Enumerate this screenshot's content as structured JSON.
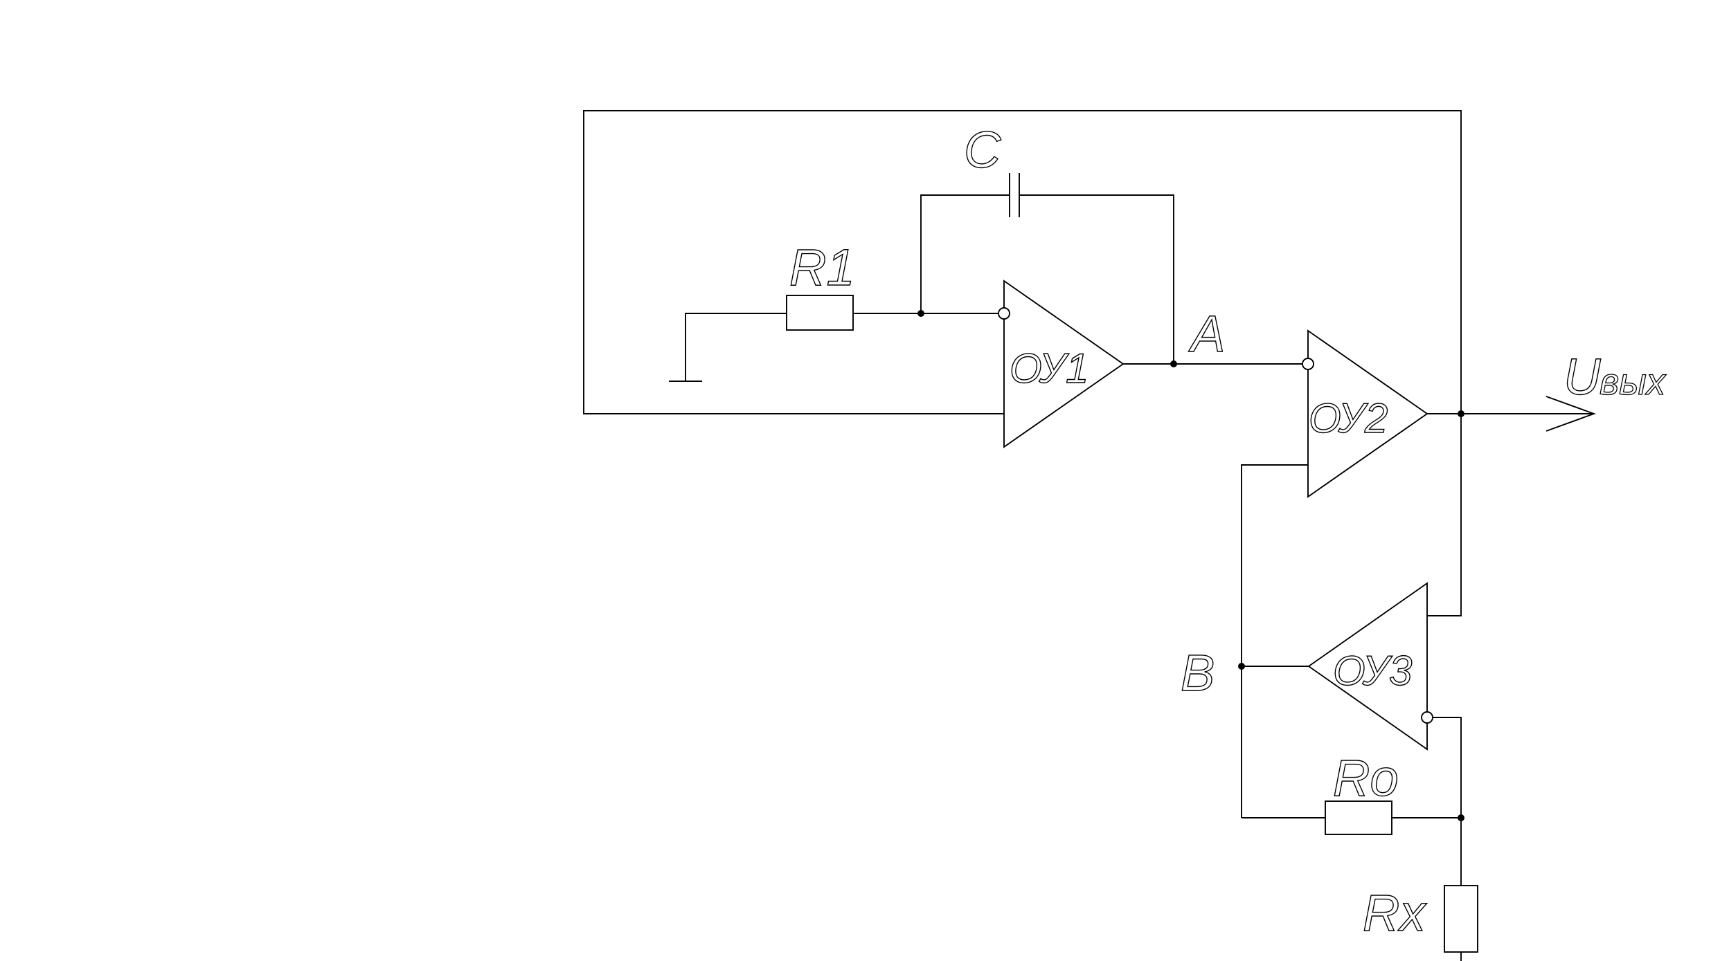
{
  "diagram": {
    "labels": {
      "capacitor": "C",
      "resistor_r1": "R1",
      "node_a": "A",
      "node_b": "B",
      "opamp_1": "ОУ1",
      "opamp_2": "ОУ2",
      "opamp_3": "ОУ3",
      "output_main": "U",
      "output_sub": "вых",
      "resistor_r0": "Ro",
      "resistor_rx": "Rx"
    },
    "line_color": "#000000",
    "background": "#ffffff"
  }
}
